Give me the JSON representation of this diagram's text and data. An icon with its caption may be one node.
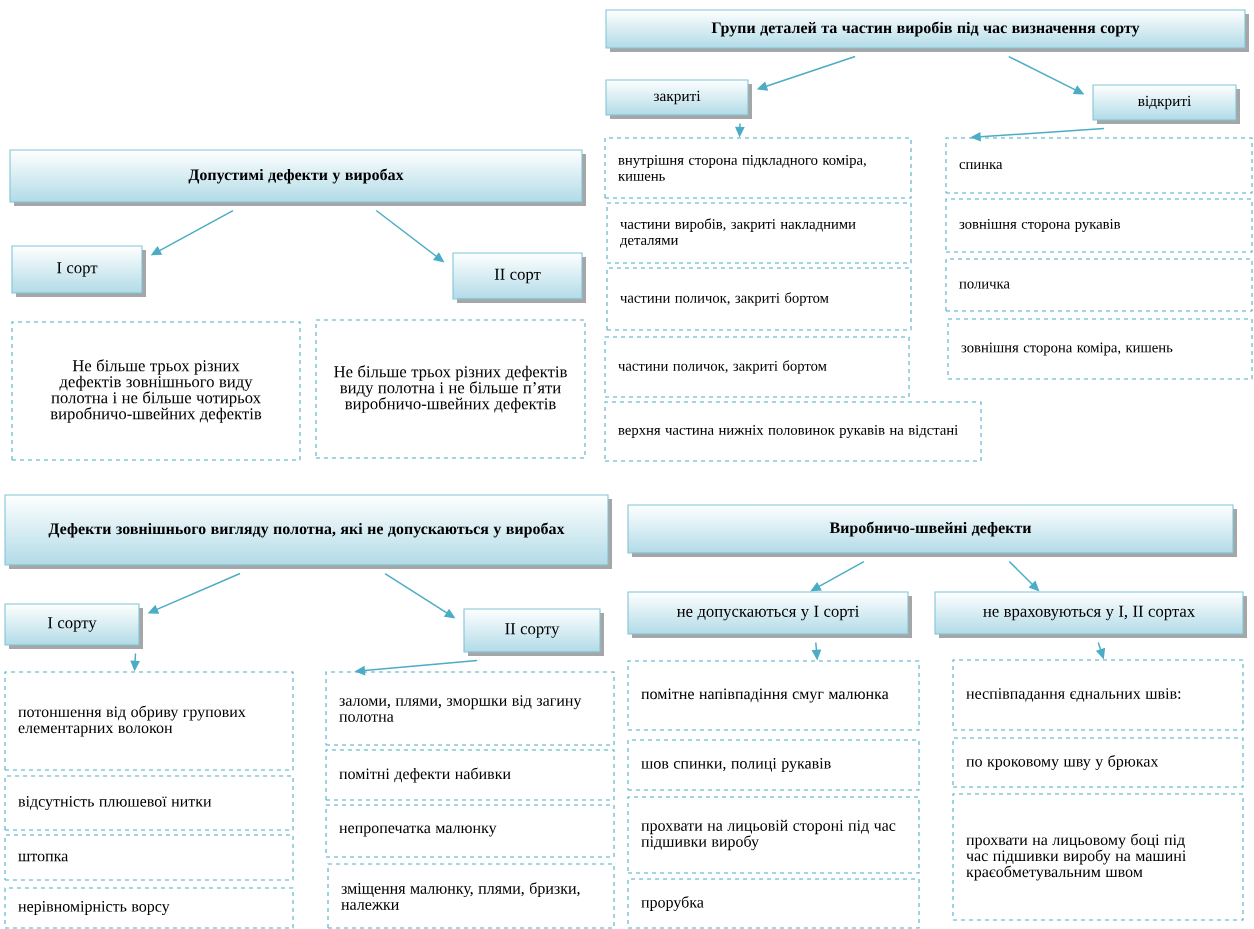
{
  "diagram": {
    "nodes": [
      {
        "text": [
          "Групи деталей та частин виробів під час визначення сорту"
        ]
      },
      {
        "text": [
          "закриті"
        ]
      },
      {
        "text": [
          "відкриті"
        ]
      },
      {
        "text": [
          "внутрішня сторона підкладного коміра, кишень"
        ]
      },
      {
        "text": [
          "частини виробів, закриті накладними деталями"
        ]
      },
      {
        "text": [
          "частини поличок, закриті бортом"
        ]
      },
      {
        "text": [
          "частини поличок, закриті бортом"
        ]
      },
      {
        "text": [
          "верхня частина нижніх половинок рукавів на відстані"
        ]
      },
      {
        "text": [
          "спинка"
        ]
      },
      {
        "text": [
          "зовнішня сторона рукавів"
        ]
      },
      {
        "text": [
          "поличка"
        ]
      },
      {
        "text": [
          "зовнішня сторона коміра, кишень"
        ]
      },
      {
        "text": [
          "Допустимі дефекти у виробах"
        ]
      },
      {
        "text": [
          "I сорт"
        ]
      },
      {
        "text": [
          "II сорт"
        ]
      },
      {
        "text": [
          "Не більше трьох різних дефектів зовнішнього виду полотна і не більше чотирьох виробничо-швейних дефектів"
        ]
      },
      {
        "text": [
          "Не більше трьох різних дефектів виду полотна і не більше п’яти виробничо-швейних дефектів"
        ]
      },
      {
        "text": [
          "Дефекти зовнішнього вигляду полотна, які не допускаються у виробах"
        ]
      },
      {
        "text": [
          "I сорту"
        ]
      },
      {
        "text": [
          "II сорту"
        ]
      },
      {
        "text": [
          "потоншення від обриву групових елементарних волокон"
        ]
      },
      {
        "text": [
          "відсутність плюшевої нитки"
        ]
      },
      {
        "text": [
          "штопка"
        ]
      },
      {
        "text": [
          "нерівномірність ворсу"
        ]
      },
      {
        "text": [
          "заломи, плями, зморшки від загину полотна"
        ]
      },
      {
        "text": [
          "помітні дефекти набивки"
        ]
      },
      {
        "text": [
          "непропечатка малюнку"
        ]
      },
      {
        "text": [
          "зміщення малюнку, плями, бризки, належки"
        ]
      },
      {
        "text": [
          "Виробничо-швейні дефекти"
        ]
      },
      {
        "text": [
          "не допускаються у I сорті"
        ]
      },
      {
        "text": [
          "не враховуються у I, II сортах"
        ]
      },
      {
        "text": [
          "помітне напівпадіння смуг малюнка"
        ]
      },
      {
        "text": [
          "шов спинки, полиці рукавів"
        ]
      },
      {
        "text": [
          "прохвати на лицьовій стороні під час підшивки виробу"
        ]
      },
      {
        "text": [
          "прорубка"
        ]
      },
      {
        "text": [
          "неспівпадання єднальних швів:"
        ]
      },
      {
        "text": [
          "по кроковому шву у брюках"
        ]
      },
      {
        "text": [
          "прохвати на лицьовому боці під час підшивки виробу на машині краєобметувальним швом"
        ]
      }
    ],
    "edges": [
      {
        "from": 0,
        "to": 1,
        "arrow": "to"
      },
      {
        "from": 0,
        "to": 2,
        "arrow": "to"
      },
      {
        "from": 1,
        "to": 3,
        "arrow": "to"
      },
      {
        "from": 2,
        "to": 8,
        "arrow": "to"
      },
      {
        "from": 12,
        "to": 13,
        "arrow": "to"
      },
      {
        "from": 12,
        "to": 14,
        "arrow": "to"
      },
      {
        "from": 17,
        "to": 18,
        "arrow": "to"
      },
      {
        "from": 17,
        "to": 19,
        "arrow": "to"
      },
      {
        "from": 18,
        "to": 20,
        "arrow": "to"
      },
      {
        "from": 19,
        "to": 24,
        "arrow": "to"
      },
      {
        "from": 28,
        "to": 29,
        "arrow": "to"
      },
      {
        "from": 28,
        "to": 30,
        "arrow": "to"
      },
      {
        "from": 29,
        "to": 31,
        "arrow": "to"
      },
      {
        "from": 30,
        "to": 35,
        "arrow": "to"
      }
    ]
  }
}
